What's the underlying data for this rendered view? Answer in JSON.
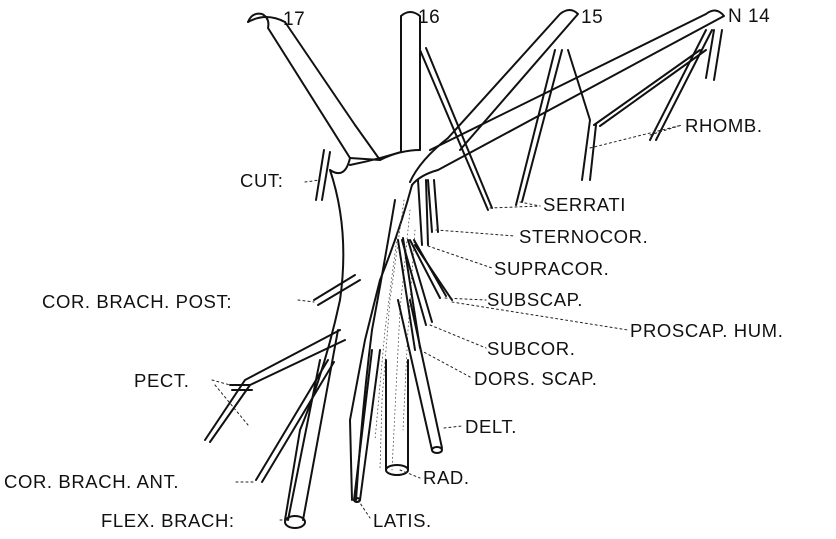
{
  "nerve_roots": {
    "n17": "17",
    "n16": "16",
    "n15": "15",
    "n14": "N 14"
  },
  "labels": {
    "rhomb": "RHOMB.",
    "cut": "CUT:",
    "serrati": "SERRATI",
    "sternocor": "STERNOCOR.",
    "supracor": "SUPRACOR.",
    "cor_brach_post": "COR. BRACH. POST:",
    "subscap": "SUBSCAP.",
    "proscap_hum": "PROSCAP. HUM.",
    "subcor": "SUBCOR.",
    "pect": "PECT.",
    "dors_scap": "DORS. SCAP.",
    "delt": "DELT.",
    "cor_brach_ant": "COR. BRACH. ANT.",
    "rad": "RAD.",
    "flex_brach": "FLEX. BRACH:",
    "latis": "LATIS."
  }
}
